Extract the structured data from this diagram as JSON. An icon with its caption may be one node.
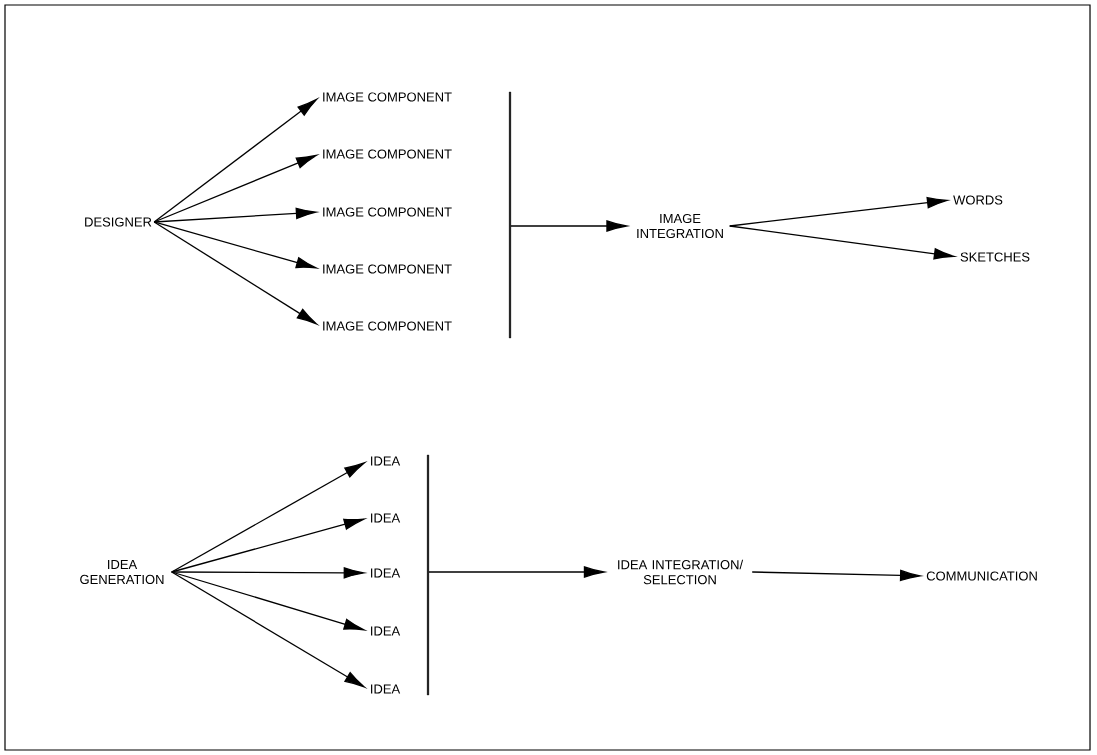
{
  "diagram": {
    "nodes": [
      {
        "text": [
          "DESIGNER"
        ]
      },
      {
        "text": [
          "IMAGE COMPONENT"
        ]
      },
      {
        "text": [
          "IMAGE COMPONENT"
        ]
      },
      {
        "text": [
          "IMAGE COMPONENT"
        ]
      },
      {
        "text": [
          "IMAGE COMPONENT"
        ]
      },
      {
        "text": [
          "IMAGE COMPONENT"
        ]
      },
      {
        "text": [],
        "shape": "bar"
      },
      {
        "text": [
          "IMAGE INTEGRATION"
        ]
      },
      {
        "text": [
          "WORDS"
        ]
      },
      {
        "text": [
          "SKETCHES"
        ]
      },
      {
        "text": [
          "IDEA GENERATION"
        ]
      },
      {
        "text": [
          "IDEA"
        ]
      },
      {
        "text": [
          "IDEA"
        ]
      },
      {
        "text": [
          "IDEA"
        ]
      },
      {
        "text": [
          "IDEA"
        ]
      },
      {
        "text": [
          "IDEA"
        ]
      },
      {
        "text": [],
        "shape": "bar"
      },
      {
        "text": [
          "IDEA INTEGRATION/ SELECTION"
        ]
      },
      {
        "text": [
          "COMMUNICATION"
        ]
      }
    ],
    "edges": [
      {
        "from": 0,
        "to": 1,
        "arrow": "to"
      },
      {
        "from": 0,
        "to": 2,
        "arrow": "to"
      },
      {
        "from": 0,
        "to": 3,
        "arrow": "to"
      },
      {
        "from": 0,
        "to": 4,
        "arrow": "to"
      },
      {
        "from": 0,
        "to": 5,
        "arrow": "to"
      },
      {
        "from": 6,
        "to": 7,
        "arrow": "to"
      },
      {
        "from": 7,
        "to": 8,
        "arrow": "to"
      },
      {
        "from": 7,
        "to": 9,
        "arrow": "to"
      },
      {
        "from": 10,
        "to": 11,
        "arrow": "to"
      },
      {
        "from": 10,
        "to": 12,
        "arrow": "to"
      },
      {
        "from": 10,
        "to": 13,
        "arrow": "to"
      },
      {
        "from": 10,
        "to": 14,
        "arrow": "to"
      },
      {
        "from": 10,
        "to": 15,
        "arrow": "to"
      },
      {
        "from": 16,
        "to": 17,
        "arrow": "to"
      },
      {
        "from": 17,
        "to": 18,
        "arrow": "to"
      }
    ]
  }
}
